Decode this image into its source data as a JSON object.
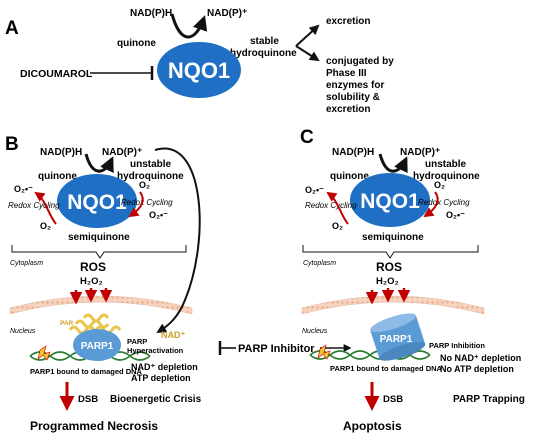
{
  "panel_a": {
    "letter": "A",
    "nadph": "NAD(P)H",
    "nadp_plus": "NAD(P)⁺",
    "quinone": "quinone",
    "stable_1": "stable",
    "stable_2": "hydroquinone",
    "enzyme": "NQO1",
    "inhibitor": "DICOUMAROL",
    "excretion": "excretion",
    "conj_1": "conjugated by",
    "conj_2": "Phase III",
    "conj_3": "enzymes for",
    "conj_4": "solubility &",
    "conj_5": "excretion"
  },
  "panel_b": {
    "letter": "B",
    "nadph": "NAD(P)H",
    "nadp_plus": "NAD(P)⁺",
    "quinone": "quinone",
    "unstable_1": "unstable",
    "unstable_2": "hydroquinone",
    "enzyme": "NQO1",
    "o2_left": "O₂",
    "superoxide_left": "O₂•⁻",
    "redox_left": "Redox Cycling",
    "o2_right": "O₂",
    "redox_right": "Redox Cycling",
    "superoxide_right": "O₂•⁻",
    "semiquinone": "semiquinone",
    "cytoplasm": "Cytoplasm",
    "ros": "ROS",
    "h2o2": "H₂O₂",
    "nucleus": "Nucleus",
    "par": "PAR",
    "parp1": "PARP1",
    "nad_plus": "NAD⁺",
    "parp_1": "PARP",
    "parp_2": "Hyperactivation",
    "bound": "PARP1 bound to damaged DNA",
    "depletion_1": "NAD⁺ depletion",
    "depletion_2": "ATP depletion",
    "dsb": "DSB",
    "crisis": "Bioenergetic Crisis",
    "outcome": "Programmed Necrosis"
  },
  "middle": {
    "inhibitor": "PARP Inhibitor"
  },
  "panel_c": {
    "letter": "C",
    "nadph": "NAD(P)H",
    "nadp_plus": "NAD(P)⁺",
    "quinone": "quinone",
    "unstable_1": "unstable",
    "unstable_2": "hydroquinone",
    "enzyme": "NQO1",
    "superoxide_left": "O₂•⁻",
    "redox_left": "Redox Cycling",
    "o2_left": "O₂",
    "o2_right": "O₂",
    "redox_right": "Redox Cycling",
    "superoxide_right": "O₂•⁻",
    "semiquinone": "semiquinone",
    "cytoplasm": "Cytoplasm",
    "ros": "ROS",
    "h2o2": "H₂O₂",
    "nucleus": "Nucleus",
    "parp1": "PARP1",
    "inhibition": "PARP Inhibition",
    "no_1": "No NAD⁺ depletion",
    "no_2": "No ATP depletion",
    "bound": "PARP1 bound to damaged DNA",
    "dsb": "DSB",
    "trapping": "PARP Trapping",
    "outcome": "Apoptosis"
  },
  "colors": {
    "nqo1_blue": "#1f6fc5",
    "parp_blue": "#5b9bd5",
    "red_arrow": "#c00000",
    "membrane": "#f2c9b0",
    "nad_gold": "#c9a227",
    "dna_green": "#2e7d32"
  }
}
